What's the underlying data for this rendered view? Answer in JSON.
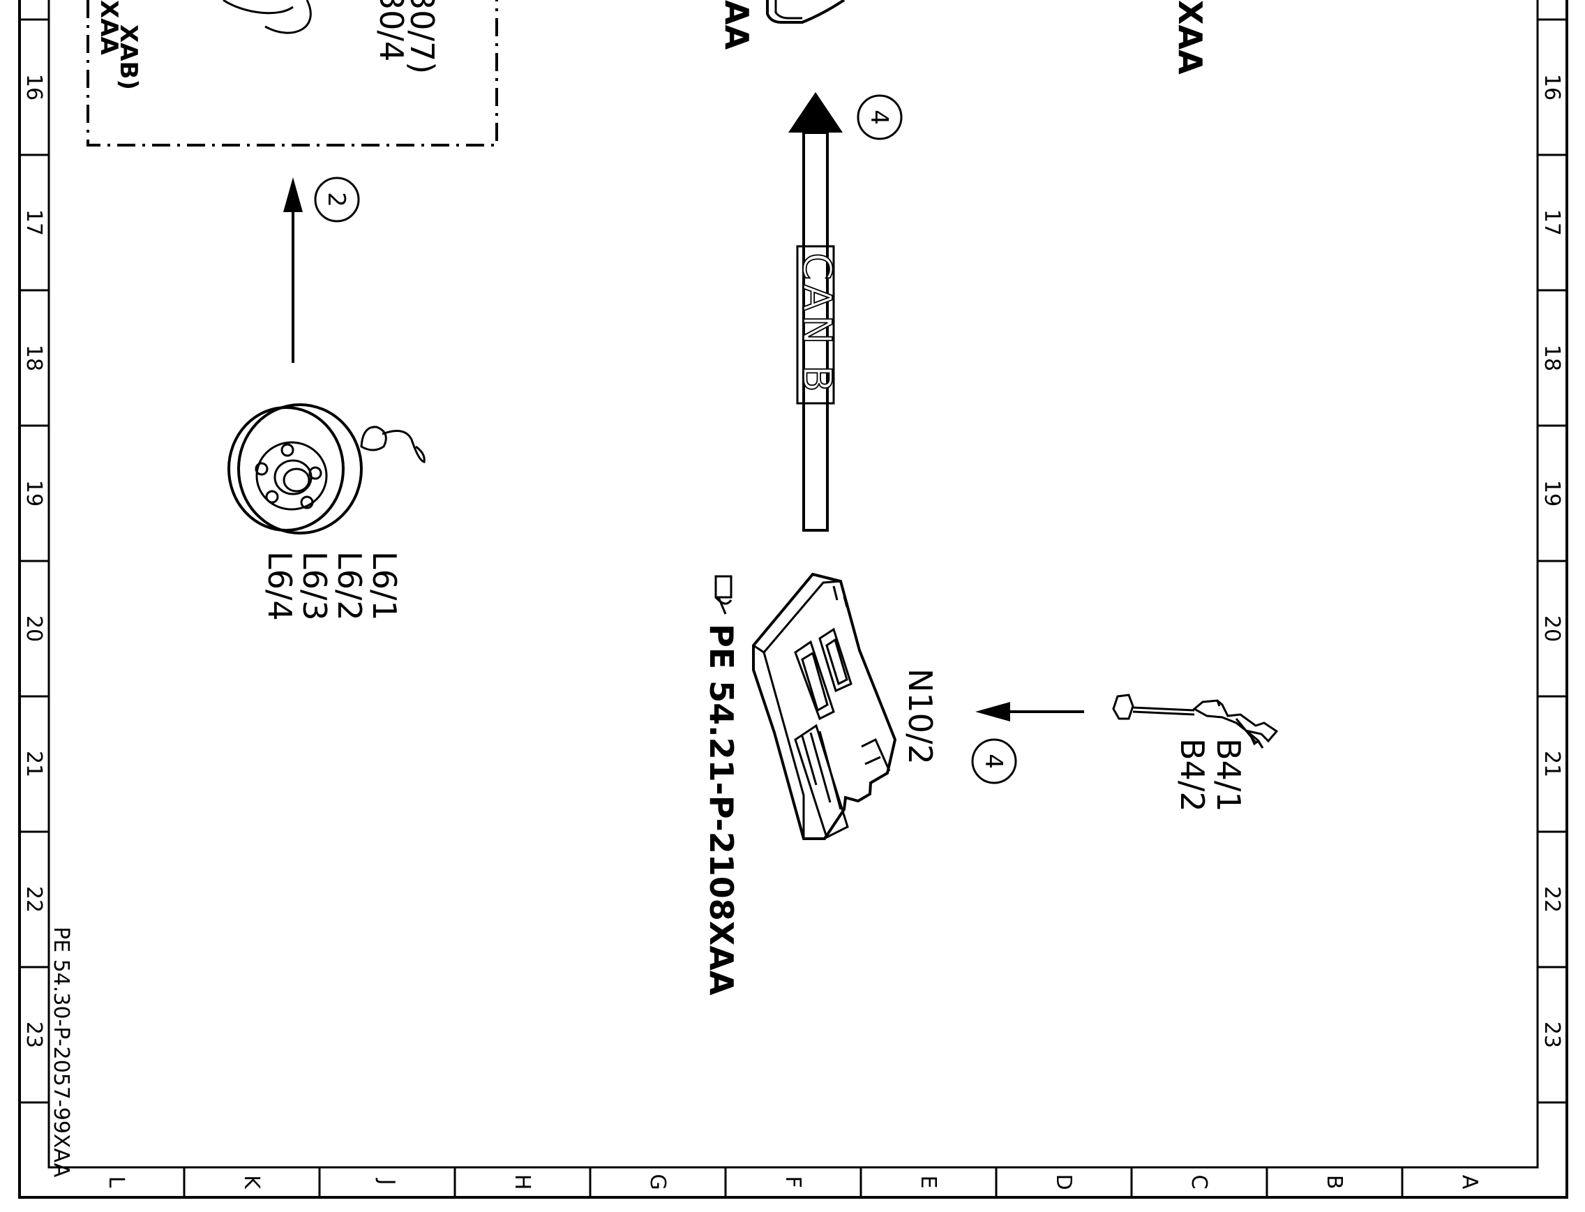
{
  "grid": {
    "rows": [
      "16",
      "17",
      "18",
      "19",
      "20",
      "21",
      "22",
      "23"
    ],
    "cols": [
      "L",
      "K",
      "J",
      "H",
      "G",
      "F",
      "E",
      "D",
      "C",
      "B",
      "A"
    ]
  },
  "top_partial": {
    "left_text": [
      "XAA",
      "XAB)"
    ],
    "mid_text": [
      "30/4",
      "30/7)"
    ],
    "center_text": "AA",
    "right_text": "XAA"
  },
  "callouts": {
    "c1": "2",
    "c2": "4",
    "c3": "4"
  },
  "bus_label": "CAN B",
  "components": {
    "wheel_labels": [
      "L6/1",
      "L6/2",
      "L6/3",
      "L6/4"
    ],
    "module_label": "N10/2",
    "module_ref": "PE 54.21-P-2108XAA",
    "sensor_labels": [
      "B4/1",
      "B4/2"
    ]
  },
  "doc_id": "PE 54.30-P-2057-99XAA",
  "icons": [
    "pointing-hand-icon"
  ]
}
